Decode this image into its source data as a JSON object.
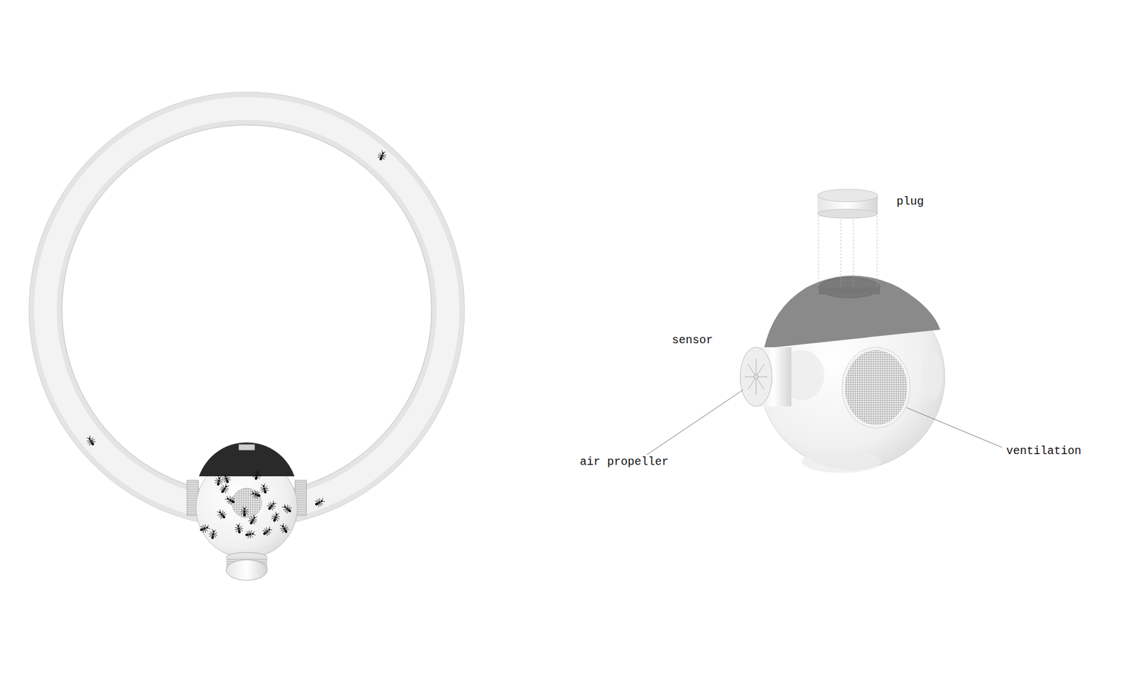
{
  "diagram": {
    "labels": [
      "plug",
      "sensor",
      "air propeller",
      "ventilation"
    ]
  }
}
